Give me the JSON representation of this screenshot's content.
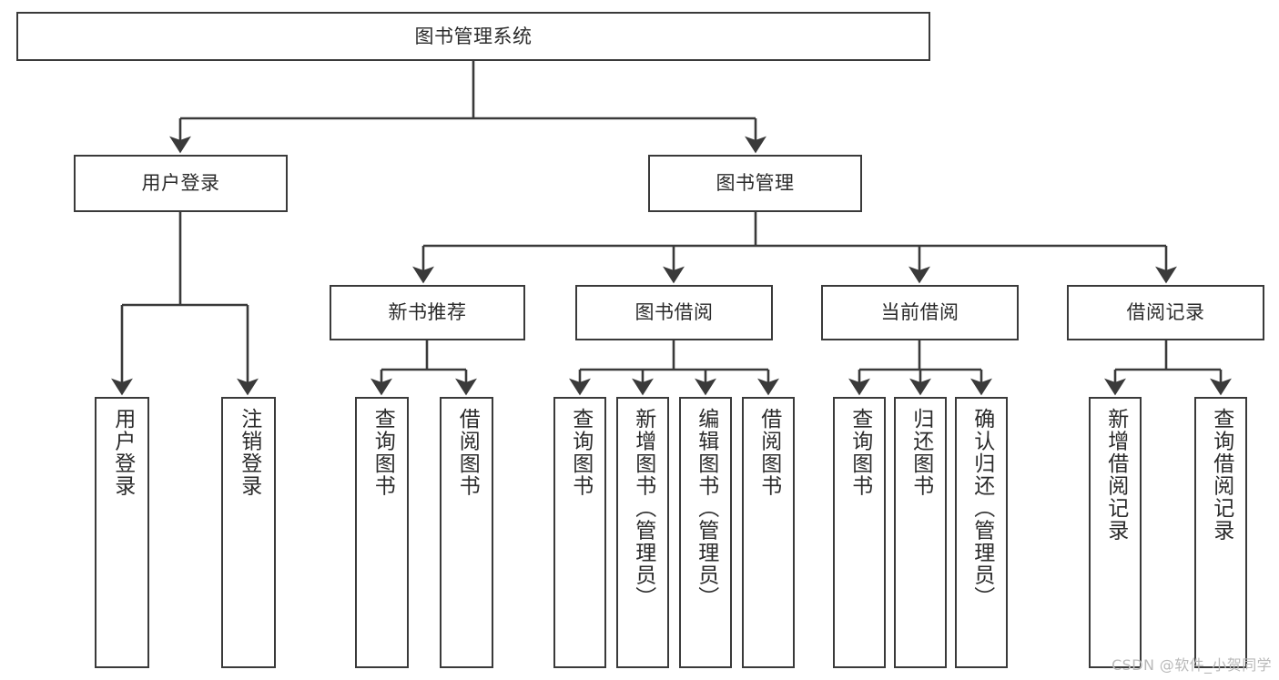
{
  "diagram": {
    "type": "hierarchy-tree",
    "title": "图书管理系统",
    "background_color": "#ffffff",
    "line_color": "#3a3a3a",
    "text_color": "#2b2b2b"
  },
  "nodes": {
    "root": {
      "label": "图书管理系统"
    },
    "level2": [
      {
        "id": "user-login",
        "label": "用户登录"
      },
      {
        "id": "book-manage",
        "label": "图书管理"
      }
    ],
    "level3": [
      {
        "id": "new-book-recommend",
        "label": "新书推荐"
      },
      {
        "id": "book-borrow",
        "label": "图书借阅"
      },
      {
        "id": "current-borrow",
        "label": "当前借阅"
      },
      {
        "id": "borrow-record",
        "label": "借阅记录"
      }
    ],
    "leaves": {
      "user_login": [
        {
          "id": "leaf-user-login",
          "label": "用户登录"
        },
        {
          "id": "leaf-logout-login",
          "label": "注销登录"
        }
      ],
      "new_book_recommend": [
        {
          "id": "leaf-query-book-1",
          "label": "查询图书"
        },
        {
          "id": "leaf-borrow-book-1",
          "label": "借阅图书"
        }
      ],
      "book_borrow": [
        {
          "id": "leaf-query-book-2",
          "label": "查询图书"
        },
        {
          "id": "leaf-add-book",
          "label": "新增图书（管理员）"
        },
        {
          "id": "leaf-edit-book",
          "label": "编辑图书（管理员）"
        },
        {
          "id": "leaf-borrow-book-2",
          "label": "借阅图书"
        }
      ],
      "current_borrow": [
        {
          "id": "leaf-query-book-3",
          "label": "查询图书"
        },
        {
          "id": "leaf-return-book",
          "label": "归还图书"
        },
        {
          "id": "leaf-confirm-return",
          "label": "确认归还（管理员）"
        }
      ],
      "borrow_record": [
        {
          "id": "leaf-add-borrow-record",
          "label": "新增借阅记录"
        },
        {
          "id": "leaf-query-borrow-record",
          "label": "查询借阅记录"
        }
      ]
    }
  },
  "watermark": {
    "text": "CSDN @软件_小贺同学"
  }
}
